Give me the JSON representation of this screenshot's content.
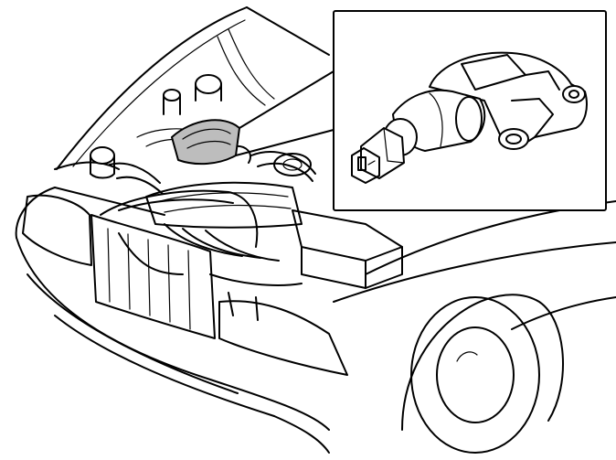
{
  "diagram": {
    "subject": "car-front-with-open-hood",
    "highlighted_part": "engine-component",
    "inset_part": "solenoid-valve",
    "colors": {
      "line": "#000000",
      "background": "#ffffff",
      "highlight": "#bdbdbd"
    }
  }
}
